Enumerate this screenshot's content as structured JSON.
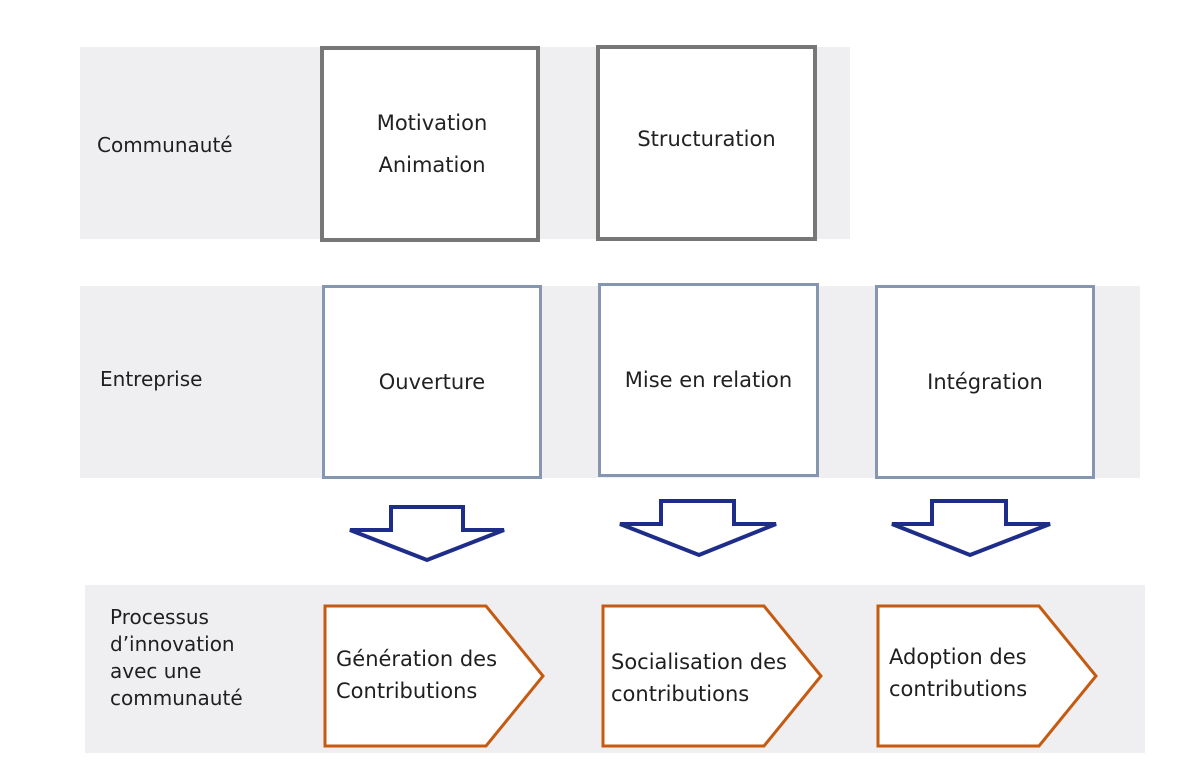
{
  "rows": {
    "community": {
      "label": "Communauté"
    },
    "enterprise": {
      "label": "Entreprise"
    },
    "process": {
      "label_lines": [
        "Processus",
        "d’innovation",
        "avec une",
        "communauté"
      ]
    }
  },
  "community_boxes": [
    {
      "lines": [
        "Motivation",
        "Animation"
      ]
    },
    {
      "lines": [
        "Structuration"
      ]
    }
  ],
  "enterprise_boxes": [
    {
      "label": "Ouverture"
    },
    {
      "label": "Mise en relation"
    },
    {
      "label": "Intégration"
    }
  ],
  "process_steps": [
    {
      "lines": [
        "Génération des",
        "Contributions"
      ]
    },
    {
      "lines": [
        "Socialisation des",
        "contributions"
      ]
    },
    {
      "lines": [
        "Adoption des",
        "contributions"
      ]
    }
  ],
  "colors": {
    "band": "#efeff1",
    "community_border": "#777777",
    "enterprise_border": "#8496b0",
    "arrow_stroke": "#1f2d8a",
    "process_stroke": "#c55a11"
  }
}
